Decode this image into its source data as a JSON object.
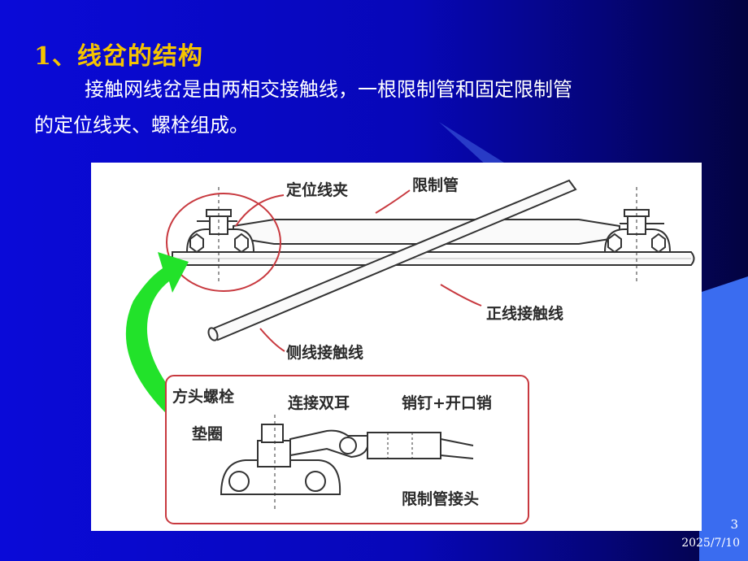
{
  "slide": {
    "heading": "1、线岔的结构",
    "paragraph_line1": "接触网线岔是由两相交接触线，一根限制管和固定限制管",
    "paragraph_line2": "的定位线夹、螺栓组成。",
    "page_number": "3",
    "date": "2025/7/10"
  },
  "figure": {
    "labels": {
      "positioning_clamp": "定位线夹",
      "limit_tube": "限制管",
      "main_contact_wire": "正线接触线",
      "side_contact_wire": "侧线接触线",
      "square_bolt": "方头螺栓",
      "connecting_lugs": "连接双耳",
      "pin": "销钉+开口销",
      "washer": "垫圈",
      "limit_tube_joint": "限制管接头"
    },
    "colors": {
      "arrow": "#22e22a",
      "callout_red": "#c8393f",
      "line_drawing": "#333333"
    }
  }
}
